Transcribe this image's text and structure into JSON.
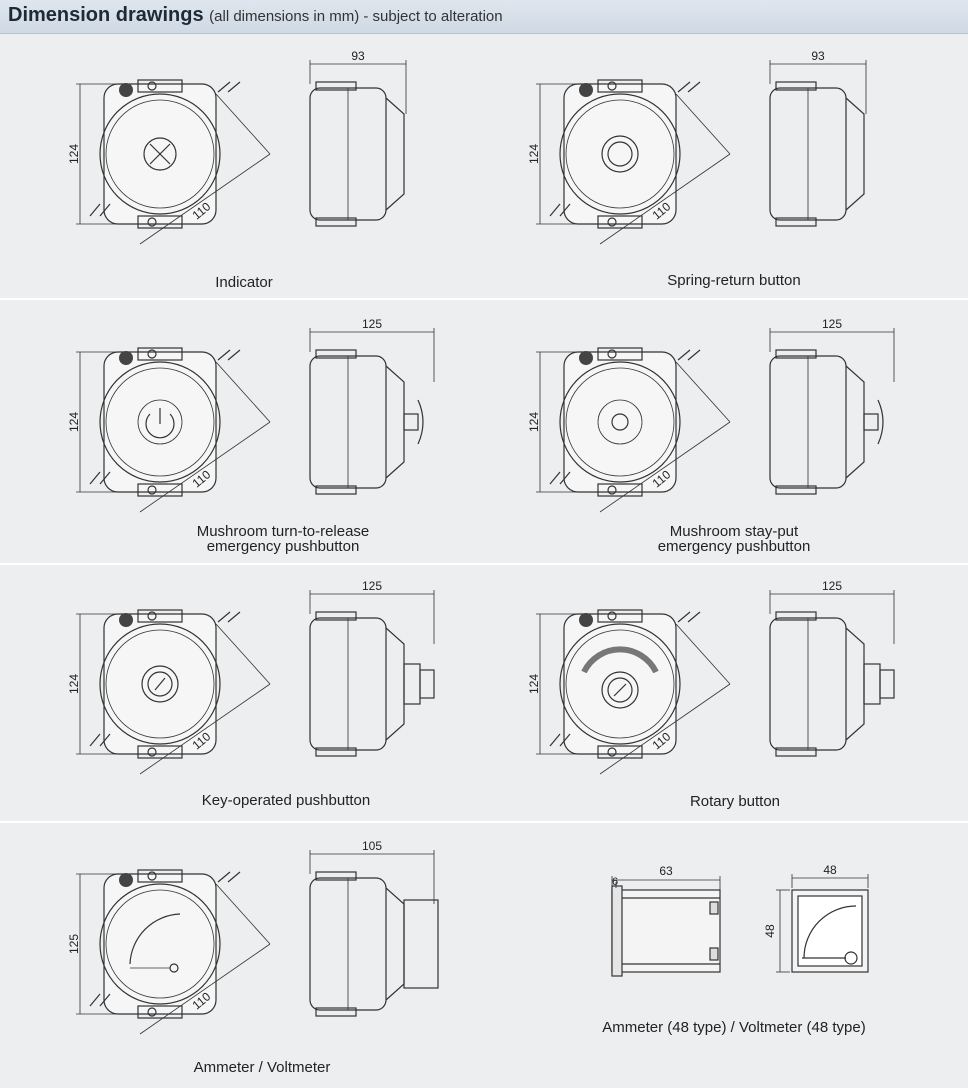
{
  "header": {
    "title": "Dimension drawings",
    "subtitle": "(all dimensions in mm) - subject to alteration"
  },
  "drawings": [
    {
      "caption": "Indicator",
      "dim_height": "124",
      "dim_diag": "110",
      "dim_width": "93",
      "front": "indicator",
      "side": "flat"
    },
    {
      "caption": "Spring-return button",
      "dim_height": "124",
      "dim_diag": "110",
      "dim_width": "93",
      "front": "button",
      "side": "flat"
    },
    {
      "caption": "Mushroom turn-to-release\nemergency pushbutton",
      "dim_height": "124",
      "dim_diag": "110",
      "dim_width": "125",
      "front": "mushroom-turn",
      "side": "mushroom"
    },
    {
      "caption": "Mushroom stay-put\nemergency pushbutton",
      "dim_height": "124",
      "dim_diag": "110",
      "dim_width": "125",
      "front": "mushroom-stay",
      "side": "mushroom"
    },
    {
      "caption": "Key-operated pushbutton",
      "dim_height": "124",
      "dim_diag": "110",
      "dim_width": "125",
      "front": "key",
      "side": "key"
    },
    {
      "caption": "Rotary button",
      "dim_height": "124",
      "dim_diag": "110",
      "dim_width": "125",
      "front": "rotary",
      "side": "key"
    },
    {
      "caption": "Ammeter / Voltmeter",
      "dim_height": "125",
      "dim_diag": "110",
      "dim_width": "105",
      "front": "meter",
      "side": "meter"
    }
  ],
  "meter48": {
    "caption": "Ammeter (48 type) / Voltmeter (48 type)",
    "dim_depth": "63",
    "dim_bezel": "6",
    "dim_width": "48",
    "dim_height": "48"
  }
}
